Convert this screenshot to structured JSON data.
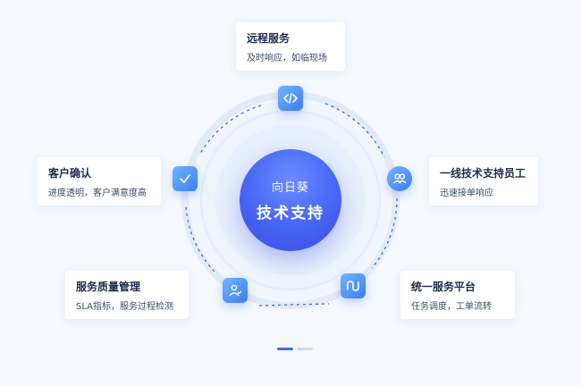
{
  "center": {
    "brand": "向日葵",
    "title": "技术支持"
  },
  "steps": [
    {
      "title": "远程服务",
      "desc": "及时响应，如临现场",
      "icon": "code-icon"
    },
    {
      "title": "一线技术支持员工",
      "desc": "迅速接单响应",
      "icon": "team-icon"
    },
    {
      "title": "统一服务平台",
      "desc": "任务调度，工单流转",
      "icon": "workflow-icon"
    },
    {
      "title": "服务质量管理",
      "desc": "SLA指标，服务过程检测",
      "icon": "user-check-icon"
    },
    {
      "title": "客户确认",
      "desc": "进度透明，客户满意度高",
      "icon": "check-icon"
    }
  ],
  "pagination": {
    "pages": 2,
    "current": 1
  },
  "colors": {
    "accent": "#3a6df0",
    "center_start": "#6d8cff",
    "center_end": "#3b49e6",
    "text_title": "#1f2d4d"
  }
}
